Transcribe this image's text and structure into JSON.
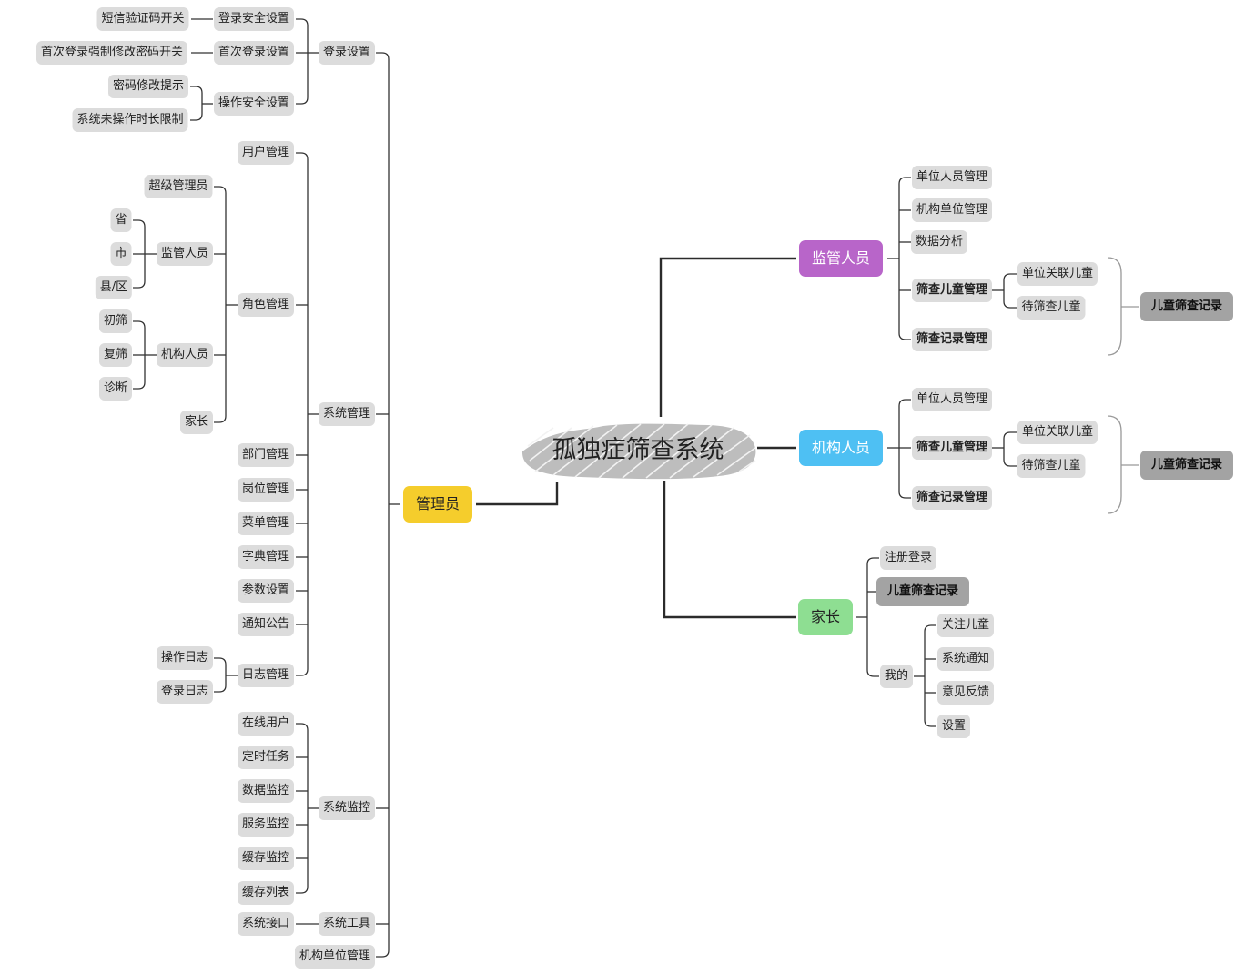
{
  "root": "孤独症筛查系统",
  "admin": {
    "label": "管理员",
    "login": {
      "label": "登录设置",
      "security": {
        "label": "登录安全设置",
        "sms": "短信验证码开关"
      },
      "first": {
        "label": "首次登录设置",
        "force": "首次登录强制修改密码开关"
      },
      "op": {
        "label": "操作安全设置",
        "pwd": "密码修改提示",
        "idle": "系统未操作时长限制"
      }
    },
    "sys": {
      "label": "系统管理",
      "user": "用户管理",
      "role": {
        "label": "角色管理",
        "super": "超级管理员",
        "sup": {
          "label": "监管人员",
          "prov": "省",
          "city": "市",
          "county": "县/区"
        },
        "org": {
          "label": "机构人员",
          "s1": "初筛",
          "s2": "复筛",
          "s3": "诊断"
        },
        "parent": "家长"
      },
      "dept": "部门管理",
      "post": "岗位管理",
      "menu": "菜单管理",
      "dict": "字典管理",
      "param": "参数设置",
      "notice": "通知公告",
      "log": {
        "label": "日志管理",
        "op": "操作日志",
        "login": "登录日志"
      }
    },
    "mon": {
      "label": "系统监控",
      "online": "在线用户",
      "job": "定时任务",
      "data": "数据监控",
      "svc": "服务监控",
      "cache": "缓存监控",
      "cachelist": "缓存列表"
    },
    "tool": {
      "label": "系统工具",
      "api": "系统接口"
    },
    "orgmgmt": "机构单位管理"
  },
  "supervisor": {
    "label": "监管人员",
    "staff": "单位人员管理",
    "orgunit": "机构单位管理",
    "analysis": "数据分析",
    "child": {
      "label": "筛查儿童管理",
      "linked": "单位关联儿童",
      "pending": "待筛查儿童"
    },
    "record": "筛查记录管理",
    "summary": "儿童筛查记录"
  },
  "institution": {
    "label": "机构人员",
    "staff": "单位人员管理",
    "child": {
      "label": "筛查儿童管理",
      "linked": "单位关联儿童",
      "pending": "待筛查儿童"
    },
    "record": "筛查记录管理",
    "summary": "儿童筛查记录"
  },
  "parent": {
    "label": "家长",
    "register": "注册登录",
    "records": "儿童筛查记录",
    "mine": {
      "label": "我的",
      "follow": "关注儿童",
      "notify": "系统通知",
      "feedback": "意见反馈",
      "settings": "设置"
    }
  },
  "colors": {
    "admin": "#f5cd2c",
    "supervisor": "#b865c9",
    "institution": "#4ec0f3",
    "parent": "#8ede92"
  }
}
